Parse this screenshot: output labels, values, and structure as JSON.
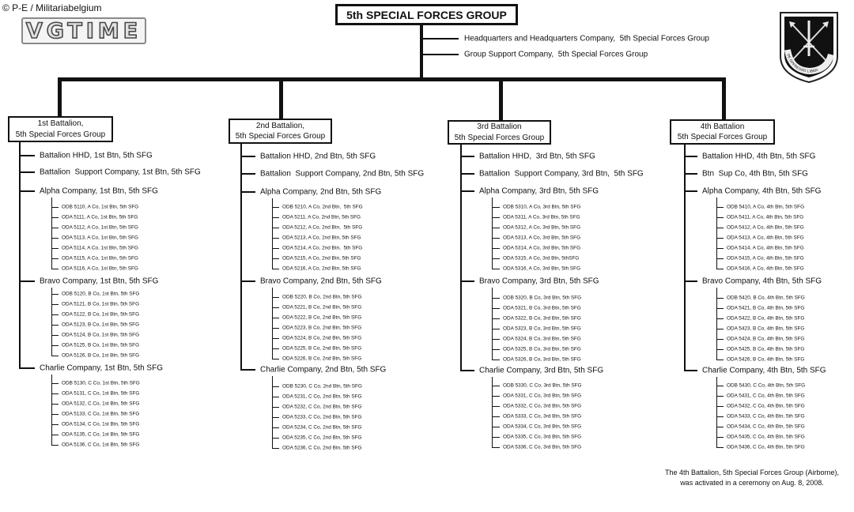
{
  "credit": "© P-E / Militariabelgium",
  "logo": {
    "text": "VGTIME"
  },
  "group": {
    "title": "5th SPECIAL FORCES GROUP",
    "units": [
      "Headquarters and Headquarters Company,  5th Special Forces Group",
      "Group Support Company,  5th Special Forces Group"
    ]
  },
  "emblem": {
    "motto": "DE OPPRESSO LIBER",
    "icon": "special-forces-crest"
  },
  "battalions": [
    {
      "name_line1": "1st Battalion,",
      "name_line2": "5th Special Forces Group",
      "units": [
        "Battalion HHD, 1st Btn, 5th SFG",
        "Battalion  Support Company, 1st Btn, 5th SFG"
      ],
      "companies": [
        {
          "name": "Alpha Company, 1st Btn, 5th SFG",
          "detachments": [
            "ODB 5110, A Co, 1st Btn, 5th SFG",
            "ODA 5111, A Co, 1st Btn, 5th SFG",
            "ODA 5112, A Co, 1st Btn, 5th SFG",
            "ODA 5113, A Co, 1st Btn, 5th SFG",
            "ODA 5114, A Co, 1st Btn, 5th SFG",
            "ODA 5115, A Co, 1st Btn, 5th SFG",
            "ODA 5116, A Co, 1st Btn, 5th SFG"
          ]
        },
        {
          "name": "Bravo Company, 1st Btn, 5th SFG",
          "detachments": [
            "ODB 5120, B Co, 1st Btn, 5th SFG",
            "ODA 5121, B Co, 1st Btn, 5th SFG",
            "ODA 5122, B Co, 1st Btn, 5th SFG",
            "ODA 5123, B Co, 1st Btn, 5th SFG",
            "ODA 5124, B Co, 1st Btn, 5th SFG",
            "ODA 5125, B Co, 1st Btn, 5th SFG",
            "ODA 5126, B Co, 1st Btn, 5th SFG"
          ]
        },
        {
          "name": "Charlie Company, 1st Btn, 5th SFG",
          "detachments": [
            "ODB 5130, C Co, 1st Btn, 5th SFG",
            "ODA 5131, C Co, 1st Btn, 5th SFG",
            "ODA 5132, C Co, 1st Btn, 5th SFG",
            "ODA 5133, C Co, 1st Btn, 5th SFG",
            "ODA 5134, C Co, 1st Btn, 5th SFG",
            "ODA 5135, C Co, 1st Btn, 5th SFG",
            "ODA 5136, C Co, 1st Btn, 5th SFG"
          ]
        }
      ]
    },
    {
      "name_line1": "2nd Battalion,",
      "name_line2": "5th Special Forces Group",
      "units": [
        "Battalion HHD, 2nd Btn, 5th SFG",
        "Battalion  Support Company, 2nd Btn, 5th SFG"
      ],
      "companies": [
        {
          "name": "Alpha Company, 2nd Btn, 5th SFG",
          "detachments": [
            "ODB 5210, A Co, 2nd Btn,  5th SFG",
            "ODA 5211, A Co, 2nd Btn, 5th SFG",
            "ODA 5212, A Co, 2nd Btn,  5th SFG",
            "ODA 5213, A Co, 2nd Btn, 5th SFG",
            "ODA 5214, A Co, 2nd Btn,  5th SFG",
            "ODA 5215, A Co, 2nd Btn, 5th SFG",
            "ODA 5216, A Co, 2nd Btn, 5th SFG"
          ]
        },
        {
          "name": "Bravo Company, 2nd Btn, 5th SFG",
          "detachments": [
            "ODB 5220, B Co, 2nd Btn, 5th SFG",
            "ODA 5221, B Co, 2nd Btn, 5th SFG",
            "ODA 5222, B Co, 2nd Btn, 5th SFG",
            "ODA 5223, B Co, 2nd Btn, 5th SFG",
            "ODA 5224, B Co, 2nd Btn, 5th SFG",
            "ODA 5225, B Co, 2nd Btn, 5th SFG",
            "ODA 5226, B Co, 2nd Btn, 5th SFG"
          ]
        },
        {
          "name": "Charlie Company, 2nd Btn, 5th SFG",
          "detachments": [
            "ODB 5230, C Co, 2nd Btn, 5th SFG",
            "ODA 5231, C Co, 2nd Btn, 5th SFG",
            "ODA 5232, C Co, 2nd Btn, 5th SFG",
            "ODA 5233, C Co, 2nd Btn, 5th SFG",
            "ODA 5234, C Co, 2nd Btn, 5th SFG",
            "ODA 5235, C Co, 2nd Btn, 5th SFG",
            "ODA 5236, C Co, 2nd Btn, 5th SFG"
          ]
        }
      ]
    },
    {
      "name_line1": "3rd Battalion",
      "name_line2": "5th Special Forces Group",
      "units": [
        "Battalion HHD,  3rd Btn, 5th SFG",
        "Battalion  Support Company, 3rd Btn,  5th SFG"
      ],
      "companies": [
        {
          "name": "Alpha Company, 3rd Btn, 5th SFG",
          "detachments": [
            "ODB 5310, A Co, 3rd Btn, 5th SFG",
            "ODA 5311, A Co, 3rd Btn, 5th SFG",
            "ODA 5312, A Co, 3rd Btn, 5th SFG",
            "ODA 5313, A Co, 3rd Btn, 5th SFG",
            "ODA 5314, A Co, 3rd Btn, 5th SFG",
            "ODA 5315, A Co, 3rd Btn, 5thSFG",
            "ODA 5316, A Co, 3rd Btn, 5th SFG"
          ]
        },
        {
          "name": "Bravo Company, 3rd Btn, 5th SFG",
          "detachments": [
            "ODB 5320, B Co, 3rd Btn, 5th SFG",
            "ODA 5321, B Co, 3rd Btn, 5th SFG",
            "ODA 5322, B Co, 3rd Btn, 5th SFG",
            "ODA 5323, B Co, 3rd Btn, 5th SFG",
            "ODA 5324, B Co, 3rd Btn, 5th SFG",
            "ODA 5325, B Co, 3rd Btn, 5th SFG",
            "ODA 5326, B Co, 3rd Btn, 5th SFG"
          ]
        },
        {
          "name": "Charlie Company, 3rd Btn, 5th SFG",
          "detachments": [
            "ODB 5330, C Co, 3rd Btn, 5th SFG",
            "ODA 5331, C Co, 3rd Btn, 5th SFG",
            "ODA 5332, C Co, 3rd Btn, 5th SFG",
            "ODA 5333, C Co, 3rd Btn, 5th SFG",
            "ODA 5334, C Co, 3rd Btn, 5th SFG",
            "ODA 5335, C Co, 3rd Btn, 5th SFG",
            "ODA 5336, C Co, 3rd Btn, 5th SFG"
          ]
        }
      ]
    },
    {
      "name_line1": "4th Battalion",
      "name_line2": "5th Special Forces Group",
      "units": [
        "Battalion HHD, 4th Btn, 5th SFG",
        "Btn  Sup Co, 4th Btn, 5th SFG"
      ],
      "companies": [
        {
          "name": "Alpha Company, 4th Btn, 5th SFG",
          "detachments": [
            "ODB 5410, A Co, 4th Btn, 5th SFG",
            "ODA 5411, A Co, 4th Btn, 5th SFG",
            "ODA 5412, A Co, 4th Btn, 5th SFG",
            "ODA 5413, A Co, 4th Btn, 5th SFG",
            "ODA 5414, A Co, 4th Btn, 5th SFG",
            "ODA 5415, A Co, 4th Btn, 5th SFG",
            "ODA 5416, A Co, 4th Btn, 5th SFG"
          ]
        },
        {
          "name": "Bravo Company, 4th Btn, 5th SFG",
          "detachments": [
            "ODB 5420, B Co, 4th Btn, 5th SFG",
            "ODA 5421, B Co, 4th Btn, 5th SFG",
            "ODA 5422, B Co, 4th Btn, 5th SFG",
            "ODA 5423, B Co, 4th Btn, 5th SFG",
            "ODA 5424, B Co, 4th Btn, 5th SFG",
            "ODA 5425, B Co, 4th Btn, 5th SFG",
            "ODA 5426, B Co, 4th Btn, 5th SFG"
          ]
        },
        {
          "name": "Charlie Company, 4th Btn, 5th SFG",
          "detachments": [
            "ODB 5430, C Co, 4th Btn, 5th SFG",
            "ODA 5431, C Co, 4th Btn, 5th SFG",
            "ODA 5432, C Co, 4th Btn, 5th SFG",
            "ODA 5433, C Co, 4th Btn, 5th SFG",
            "ODA 5434, C Co, 4th Btn, 5th SFG",
            "ODA 5435, C Co, 4th Btn, 5th SFG",
            "ODA 5436, C Co, 4th Btn, 5th SFG"
          ]
        }
      ]
    }
  ],
  "note": [
    "The 4th Battalion, 5th Special Forces Group (Airborne),",
    "was activated in a ceremony on Aug. 8, 2008."
  ]
}
